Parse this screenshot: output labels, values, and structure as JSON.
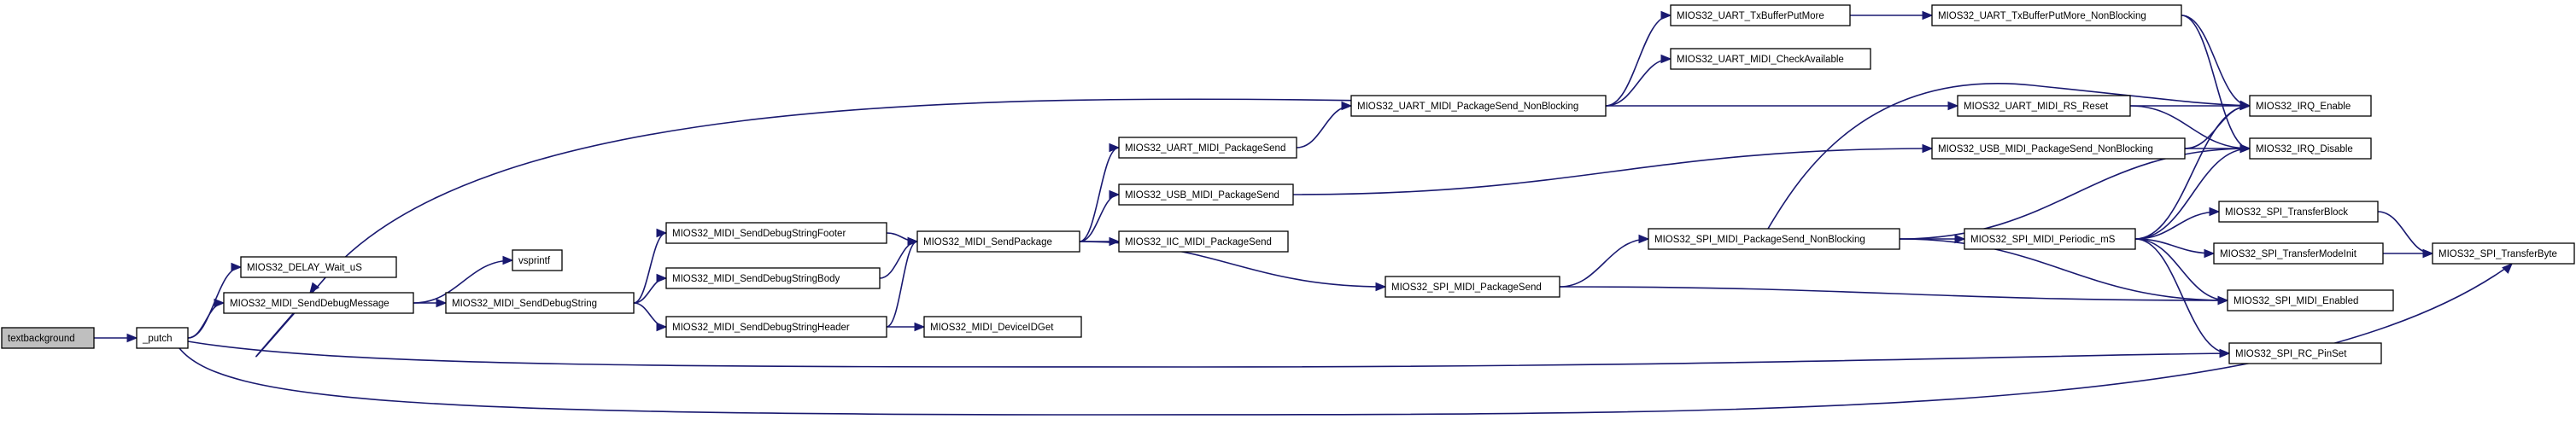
{
  "graph": {
    "edge_color": "#191970",
    "root_fill": "#bfbfbf",
    "node_fill": "#ffffff",
    "nodes": [
      {
        "id": "textbackground",
        "label": "textbackground",
        "root": true
      },
      {
        "id": "putch",
        "label": "_putch"
      },
      {
        "id": "delay",
        "label": "MIOS32_DELAY_Wait_uS"
      },
      {
        "id": "senddebugmessage",
        "label": "MIOS32_MIDI_SendDebugMessage"
      },
      {
        "id": "vsprintf",
        "label": "vsprintf"
      },
      {
        "id": "senddebugstring",
        "label": "MIOS32_MIDI_SendDebugString"
      },
      {
        "id": "footer",
        "label": "MIOS32_MIDI_SendDebugStringFooter"
      },
      {
        "id": "body",
        "label": "MIOS32_MIDI_SendDebugStringBody"
      },
      {
        "id": "header",
        "label": "MIOS32_MIDI_SendDebugStringHeader"
      },
      {
        "id": "sendpackage",
        "label": "MIOS32_MIDI_SendPackage"
      },
      {
        "id": "deviceid",
        "label": "MIOS32_MIDI_DeviceIDGet"
      },
      {
        "id": "uart_ps",
        "label": "MIOS32_UART_MIDI_PackageSend"
      },
      {
        "id": "usb_ps",
        "label": "MIOS32_USB_MIDI_PackageSend"
      },
      {
        "id": "iic_ps",
        "label": "MIOS32_IIC_MIDI_PackageSend"
      },
      {
        "id": "spi_ps",
        "label": "MIOS32_SPI_MIDI_PackageSend"
      },
      {
        "id": "uart_psnb",
        "label": "MIOS32_UART_MIDI_PackageSend_NonBlocking"
      },
      {
        "id": "txbufputmore",
        "label": "MIOS32_UART_TxBufferPutMore"
      },
      {
        "id": "checkavail",
        "label": "MIOS32_UART_MIDI_CheckAvailable"
      },
      {
        "id": "txbufputmore_nb",
        "label": "MIOS32_UART_TxBufferPutMore_NonBlocking"
      },
      {
        "id": "rsreset",
        "label": "MIOS32_UART_MIDI_RS_Reset"
      },
      {
        "id": "usb_psnb",
        "label": "MIOS32_USB_MIDI_PackageSend_NonBlocking"
      },
      {
        "id": "spi_psnb",
        "label": "MIOS32_SPI_MIDI_PackageSend_NonBlocking"
      },
      {
        "id": "periodic",
        "label": "MIOS32_SPI_MIDI_Periodic_mS"
      },
      {
        "id": "irq_enable",
        "label": "MIOS32_IRQ_Enable"
      },
      {
        "id": "irq_disable",
        "label": "MIOS32_IRQ_Disable"
      },
      {
        "id": "spi_enabled",
        "label": "MIOS32_SPI_MIDI_Enabled"
      },
      {
        "id": "rc_pinset",
        "label": "MIOS32_SPI_RC_PinSet"
      },
      {
        "id": "transferblock",
        "label": "MIOS32_SPI_TransferBlock"
      },
      {
        "id": "transfermodeinit",
        "label": "MIOS32_SPI_TransferModeInit"
      },
      {
        "id": "transferbyte",
        "label": "MIOS32_SPI_TransferByte"
      }
    ],
    "edges": [
      [
        "textbackground",
        "putch"
      ],
      [
        "putch",
        "delay"
      ],
      [
        "putch",
        "senddebugmessage"
      ],
      [
        "putch",
        "rc_pinset"
      ],
      [
        "putch",
        "transferbyte"
      ],
      [
        "senddebugmessage",
        "vsprintf"
      ],
      [
        "senddebugmessage",
        "senddebugstring"
      ],
      [
        "senddebugstring",
        "footer"
      ],
      [
        "senddebugstring",
        "body"
      ],
      [
        "senddebugstring",
        "header"
      ],
      [
        "footer",
        "sendpackage"
      ],
      [
        "body",
        "sendpackage"
      ],
      [
        "header",
        "sendpackage"
      ],
      [
        "header",
        "deviceid"
      ],
      [
        "sendpackage",
        "uart_ps"
      ],
      [
        "sendpackage",
        "usb_ps"
      ],
      [
        "sendpackage",
        "iic_ps"
      ],
      [
        "sendpackage",
        "spi_ps"
      ],
      [
        "uart_ps",
        "uart_psnb"
      ],
      [
        "usb_ps",
        "usb_psnb"
      ],
      [
        "spi_ps",
        "spi_psnb"
      ],
      [
        "spi_ps",
        "spi_enabled"
      ],
      [
        "uart_psnb",
        "txbufputmore"
      ],
      [
        "uart_psnb",
        "checkavail"
      ],
      [
        "uart_psnb",
        "rsreset"
      ],
      [
        "uart_psnb",
        "senddebugmessage"
      ],
      [
        "txbufputmore",
        "txbufputmore_nb"
      ],
      [
        "txbufputmore_nb",
        "irq_enable"
      ],
      [
        "txbufputmore_nb",
        "irq_disable"
      ],
      [
        "rsreset",
        "irq_enable"
      ],
      [
        "rsreset",
        "irq_disable"
      ],
      [
        "usb_psnb",
        "irq_enable"
      ],
      [
        "usb_psnb",
        "irq_disable"
      ],
      [
        "spi_psnb",
        "irq_enable"
      ],
      [
        "spi_psnb",
        "irq_disable"
      ],
      [
        "spi_psnb",
        "periodic"
      ],
      [
        "spi_psnb",
        "spi_enabled"
      ],
      [
        "periodic",
        "irq_enable"
      ],
      [
        "periodic",
        "irq_disable"
      ],
      [
        "periodic",
        "spi_enabled"
      ],
      [
        "periodic",
        "rc_pinset"
      ],
      [
        "periodic",
        "transferblock"
      ],
      [
        "periodic",
        "transfermodeinit"
      ],
      [
        "transferblock",
        "transferbyte"
      ],
      [
        "transfermodeinit",
        "transferbyte"
      ]
    ]
  }
}
